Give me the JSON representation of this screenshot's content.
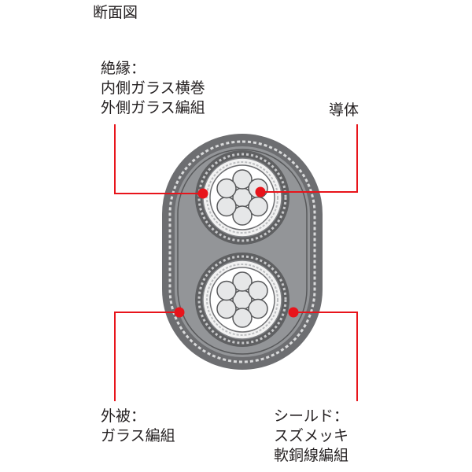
{
  "title": "断面図",
  "labels": {
    "insulation": [
      "絶縁：",
      "内側ガラス横巻",
      "外側ガラス編組"
    ],
    "conductor": [
      "導体"
    ],
    "sheath": [
      "外被：",
      "ガラス編組"
    ],
    "shield": [
      "シールド：",
      "スズメッキ",
      "軟銅線編組"
    ]
  },
  "colors": {
    "leader": "#e8141b",
    "outer_jacket": "#6d6e71",
    "fill": "#939598",
    "insulation": "#f2f2f2",
    "strand": "#e6e7e8"
  }
}
